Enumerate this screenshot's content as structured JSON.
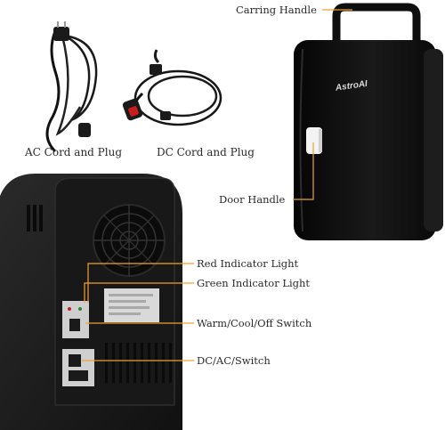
{
  "product": {
    "brand": "AstroAI"
  },
  "accessories": [
    {
      "label": "AC Cord and Plug",
      "icon": "ac-cord-plug"
    },
    {
      "label": "DC Cord and Plug",
      "icon": "dc-cord-plug"
    }
  ],
  "callouts": {
    "carrying_handle": "Carring Handle",
    "door_handle": "Door Handle",
    "red_light": "Red Indicator Light",
    "green_light": "Green Indicator Light",
    "switch": "Warm/Cool/Off Switch",
    "dc_ac_switch": "DC/AC/Switch"
  },
  "colors": {
    "body": "#141414",
    "callout_line": "#f0a030",
    "text": "#2b2b2b"
  }
}
